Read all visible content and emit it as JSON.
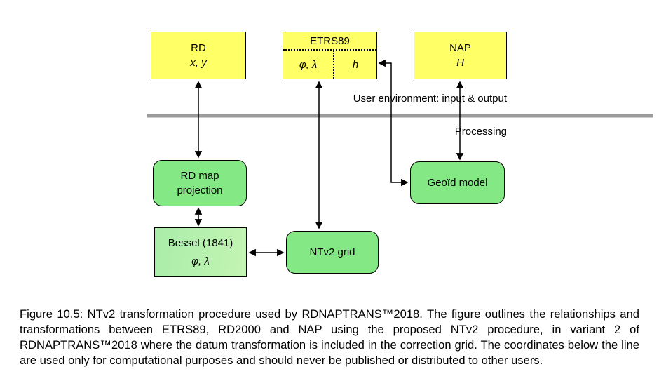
{
  "diagram": {
    "boxes": {
      "rd": {
        "title": "RD",
        "coords": "x, y"
      },
      "etrs89": {
        "title": "ETRS89",
        "phi_lambda": "φ, λ",
        "h": "h"
      },
      "nap": {
        "title": "NAP",
        "coords": "H"
      },
      "rd_map_projection": {
        "line1": "RD map",
        "line2": "projection"
      },
      "geoid_model": {
        "label": "Geoïd model"
      },
      "bessel": {
        "title": "Bessel (1841)",
        "coords": "φ, λ"
      },
      "ntv2_grid": {
        "label": "NTv2 grid"
      }
    },
    "labels": {
      "user_environment": "User environment: input & output",
      "processing": "Processing"
    },
    "colors": {
      "box_yellow": "#FFFF66",
      "box_green": "#84E884",
      "box_green_light": "#A9EDA9",
      "divider_gray": "#9B9B9B",
      "arrow_black": "#000000"
    }
  },
  "caption": {
    "text": "Figure 10.5: NTv2 transformation procedure used by RDNAPTRANS™2018. The figure outlines the relationships and transformations between ETRS89, RD2000 and NAP using the proposed NTv2 procedure, in variant 2 of RDNAPTRANS™2018 where the datum transformation is included in the correction grid. The coordinates below the line are used only for computational purposes and should never be published or distributed to other users."
  }
}
